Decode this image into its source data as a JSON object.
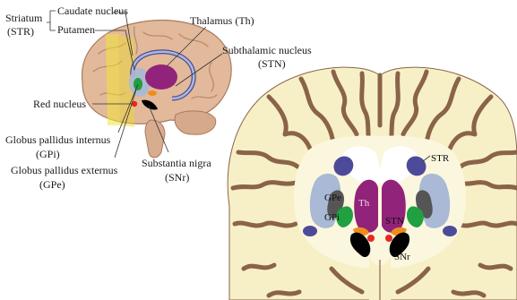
{
  "labels": {
    "striatum": "Striatum",
    "striatum_abbr": "(STR)",
    "caudate": "Caudate nucleus",
    "putamen": "Putamen",
    "thalamus": "Thalamus (Th)",
    "subthalamic": "Subthalamic nucleus",
    "subthalamic_abbr": "(STN)",
    "red_nucleus": "Red nucleus",
    "gpi": "Globus pallidus internus",
    "gpi_abbr": "(GPi)",
    "gpe": "Globus pallidus externus",
    "gpe_abbr": "(GPe)",
    "snr": "Substantia nigra",
    "snr_abbr": "(SNr)"
  },
  "section_labels": {
    "str": "STR",
    "gpe": "GPe",
    "gpi": "GPi",
    "th": "Th",
    "stn": "STN",
    "snr": "SNr"
  },
  "colors": {
    "brain_fill": "#f7f0c6",
    "brain_folds": "#8a6348",
    "striatum": "#a9b9d6",
    "caudate_edge": "#4e4a9a",
    "thalamus": "#92237a",
    "globus_pallidus_externus": "#555555",
    "globus_pallidus_internus": "#20a040",
    "subthalamic": "#f08c1e",
    "red_nucleus": "#e8281e",
    "substantia_nigra": "#000000",
    "plane": "#f2e63a"
  }
}
